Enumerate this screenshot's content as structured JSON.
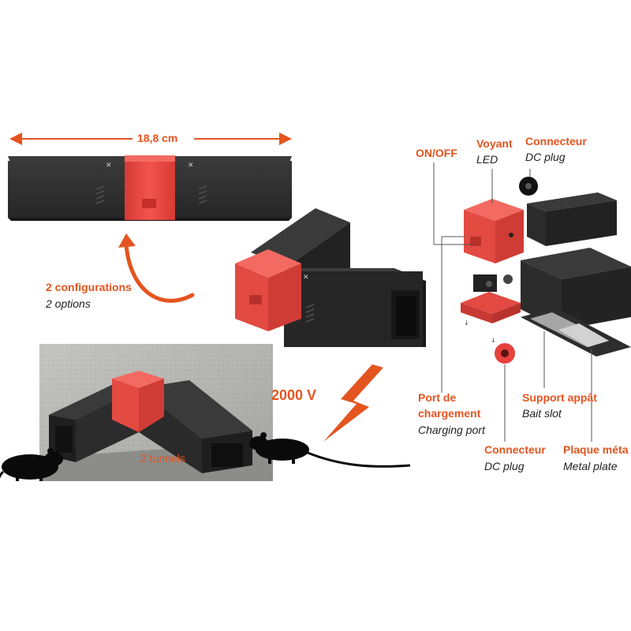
{
  "measure": {
    "length": "18,8 cm"
  },
  "configurations": {
    "fr": "2 configurations",
    "en": "2 options"
  },
  "voltage": {
    "label": "2000 V"
  },
  "tunnels": {
    "label": "2 tunnels"
  },
  "callouts": {
    "on_off": {
      "fr": "ON/OFF"
    },
    "led": {
      "fr": "Voyant",
      "en": "LED"
    },
    "dc_top": {
      "fr": "Connecteur",
      "en": "DC plug"
    },
    "charging": {
      "fr1": "Port de",
      "fr2": "chargement",
      "en": "Charging port"
    },
    "dc_bottom": {
      "fr": "Connecteur",
      "en": "DC plug"
    },
    "bait": {
      "fr": "Support appât",
      "en": "Bait slot"
    },
    "metal": {
      "fr": "Plaque méta",
      "en": "Metal plate"
    }
  },
  "colors": {
    "accent": "#e4541f",
    "body": "#2a2a2a",
    "red": "#e8413b",
    "wall": "#b9b9b5"
  }
}
